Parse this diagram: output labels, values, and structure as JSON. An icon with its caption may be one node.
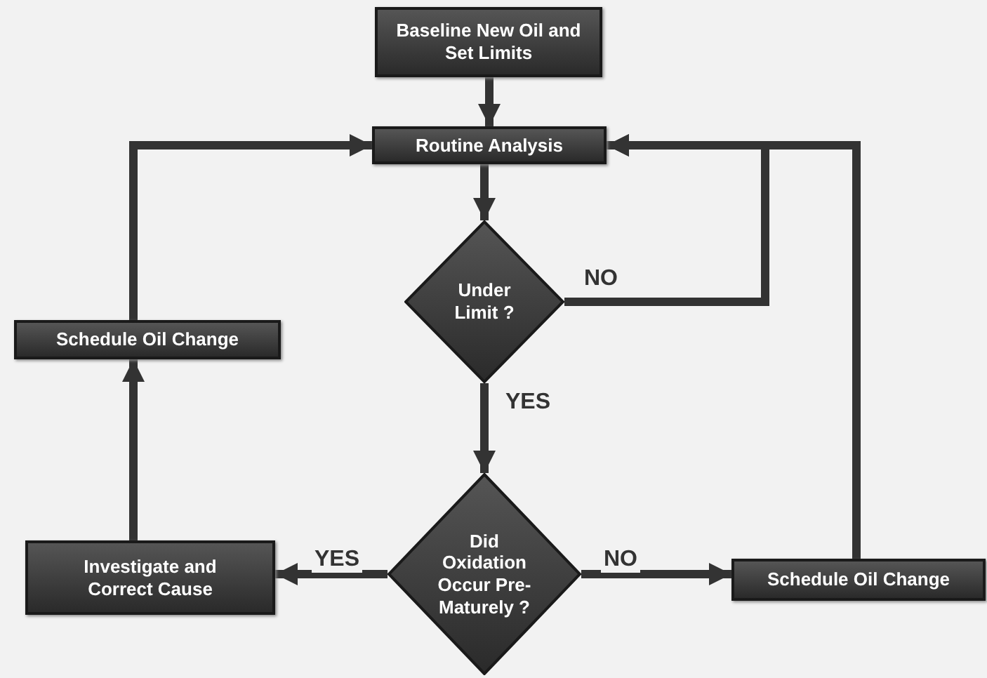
{
  "diagram": {
    "nodes": [
      {
        "text": [
          "Baseline New Oil and Set Limits"
        ]
      },
      {
        "text": [
          "Routine Analysis"
        ]
      },
      {
        "text": [
          "Under Limit ?"
        ]
      },
      {
        "text": [
          "Schedule Oil Change"
        ]
      },
      {
        "text": [
          "Did Oxidation Occur Pre-Maturely ?"
        ]
      },
      {
        "text": [
          "Investigate and Correct Cause"
        ]
      },
      {
        "text": [
          "Schedule Oil Change"
        ]
      }
    ],
    "edges": [
      {
        "from": 0,
        "to": 1,
        "arrow": "to"
      },
      {
        "from": 1,
        "to": 2,
        "arrow": "to"
      },
      {
        "from": 2,
        "to": 1,
        "arrow": "to",
        "label": "NO"
      },
      {
        "from": 2,
        "to": 4,
        "arrow": "to",
        "label": "YES"
      },
      {
        "from": 4,
        "to": 5,
        "arrow": "to",
        "label": "YES"
      },
      {
        "from": 4,
        "to": 6,
        "arrow": "to",
        "label": "NO"
      },
      {
        "from": 5,
        "to": 3,
        "arrow": "to"
      },
      {
        "from": 3,
        "to": 1,
        "arrow": "to"
      },
      {
        "from": 6,
        "to": 1,
        "arrow": "to"
      }
    ]
  }
}
